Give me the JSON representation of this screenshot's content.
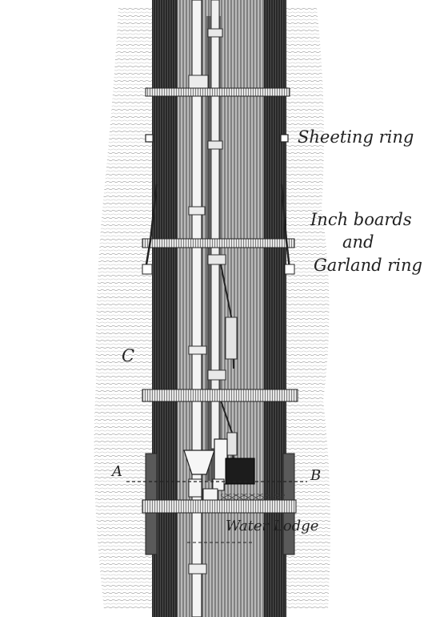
{
  "labels": {
    "sheeting_ring": "Sheeting ring",
    "inch_boards_line1": "Inch boards",
    "inch_boards_line2": "and",
    "garland_ring": "Garland ring",
    "c": "C",
    "a": "A",
    "b": "B",
    "water_lodge": "Water Lodge"
  }
}
